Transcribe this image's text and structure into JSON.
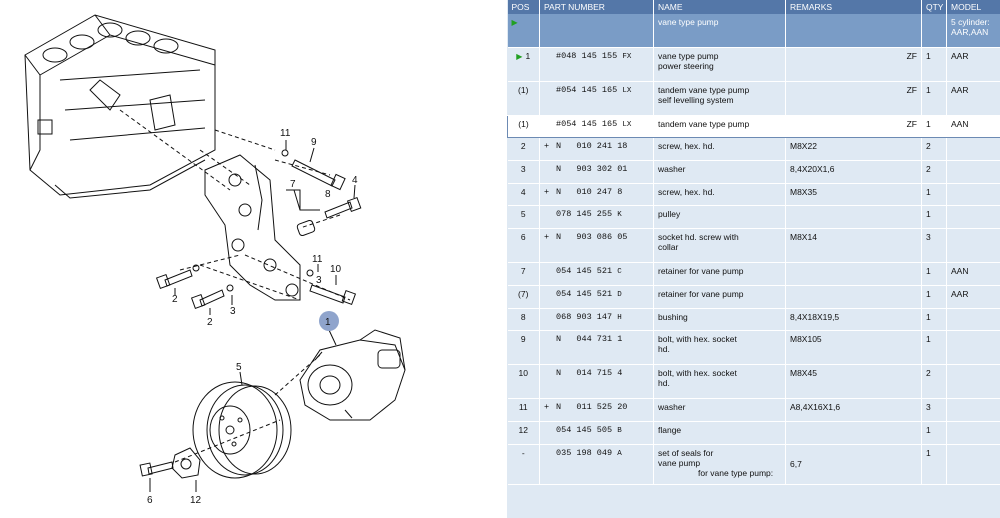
{
  "diagram": {
    "callouts": [
      "1",
      "2",
      "2",
      "3",
      "3",
      "4",
      "5",
      "6",
      "7",
      "8",
      "9",
      "10",
      "11",
      "11",
      "12"
    ]
  },
  "table": {
    "headers": [
      "POS",
      "PART NUMBER",
      "NAME",
      "REMARKS",
      "QTY",
      "MODEL"
    ],
    "group_header": {
      "name": "vane type pump",
      "model": "5 cylinder: AAR,AAN"
    },
    "rows": [
      {
        "pos": "1",
        "flag": "",
        "pn": "#048 145 155",
        "sfx": "FX",
        "name": [
          "vane type pump",
          "power steering"
        ],
        "remarks": "",
        "zf": "ZF",
        "qty": "1",
        "model": "AAR",
        "arrow": true
      },
      {
        "pos": "(1)",
        "flag": "",
        "pn": "#054 145 165",
        "sfx": "LX",
        "name": [
          "tandem vane type pump",
          "self levelling system"
        ],
        "remarks": "",
        "zf": "ZF",
        "qty": "1",
        "model": "AAR"
      },
      {
        "pos": "(1)",
        "flag": "",
        "pn": "#054 145 165",
        "sfx": "LX",
        "name": [
          "tandem vane type pump"
        ],
        "remarks": "",
        "zf": "ZF",
        "qty": "1",
        "model": "AAN",
        "selected": true
      },
      {
        "pos": "2",
        "flag": "+",
        "pn": "N   010 241 18",
        "sfx": "",
        "name": [
          "screw, hex. hd."
        ],
        "remarks": "M8X22",
        "zf": "",
        "qty": "2",
        "model": ""
      },
      {
        "pos": "3",
        "flag": "",
        "pn": "N   903 302 01",
        "sfx": "",
        "name": [
          "washer"
        ],
        "remarks": "8,4X20X1,6",
        "zf": "",
        "qty": "2",
        "model": ""
      },
      {
        "pos": "4",
        "flag": "+",
        "pn": "N   010 247 8",
        "sfx": "",
        "name": [
          "screw, hex. hd."
        ],
        "remarks": "M8X35",
        "zf": "",
        "qty": "1",
        "model": ""
      },
      {
        "pos": "5",
        "flag": "",
        "pn": "078 145 255",
        "sfx": "K",
        "name": [
          "pulley"
        ],
        "remarks": "",
        "zf": "",
        "qty": "1",
        "model": ""
      },
      {
        "pos": "6",
        "flag": "+",
        "pn": "N   903 086 05",
        "sfx": "",
        "name": [
          "socket hd. screw with",
          "collar"
        ],
        "remarks": "M8X14",
        "zf": "",
        "qty": "3",
        "model": ""
      },
      {
        "pos": "7",
        "flag": "",
        "pn": "054 145 521",
        "sfx": "C",
        "name": [
          "retainer for vane pump"
        ],
        "remarks": "",
        "zf": "",
        "qty": "1",
        "model": "AAN"
      },
      {
        "pos": "(7)",
        "flag": "",
        "pn": "054 145 521",
        "sfx": "D",
        "name": [
          "retainer for vane pump"
        ],
        "remarks": "",
        "zf": "",
        "qty": "1",
        "model": "AAR"
      },
      {
        "pos": "8",
        "flag": "",
        "pn": "068 903 147",
        "sfx": "H",
        "name": [
          "bushing"
        ],
        "remarks": "8,4X18X19,5",
        "zf": "",
        "qty": "1",
        "model": ""
      },
      {
        "pos": "9",
        "flag": "",
        "pn": "N   044 731 1",
        "sfx": "",
        "name": [
          "bolt, with hex. socket",
          "hd."
        ],
        "remarks": "M8X105",
        "zf": "",
        "qty": "1",
        "model": ""
      },
      {
        "pos": "10",
        "flag": "",
        "pn": "N   014 715 4",
        "sfx": "",
        "name": [
          "bolt, with hex. socket",
          "hd."
        ],
        "remarks": "M8X45",
        "zf": "",
        "qty": "2",
        "model": ""
      },
      {
        "pos": "11",
        "flag": "+",
        "pn": "N   011 525 20",
        "sfx": "",
        "name": [
          "washer"
        ],
        "remarks": "A8,4X16X1,6",
        "zf": "",
        "qty": "3",
        "model": ""
      },
      {
        "pos": "12",
        "flag": "",
        "pn": "054 145 505",
        "sfx": "B",
        "name": [
          "flange"
        ],
        "remarks": "",
        "zf": "",
        "qty": "1",
        "model": ""
      },
      {
        "pos": "-",
        "flag": "",
        "pn": "035 198 049",
        "sfx": "A",
        "name": [
          "set of seals for",
          "vane pump"
        ],
        "extra_name": "for vane type pump:",
        "remarks": "",
        "extra_remarks": "6,7",
        "zf": "",
        "qty": "1",
        "model": ""
      }
    ]
  },
  "colors": {
    "header_bg": "#5477a8",
    "group_bg": "#7a9cc6",
    "row_bg": "#dfe9f3",
    "selected_bg": "#ffffff",
    "arrow": "#22a022",
    "callout_marker": "#8fa4cc"
  },
  "icons": {
    "row_marker": "green-triangle-icon"
  }
}
